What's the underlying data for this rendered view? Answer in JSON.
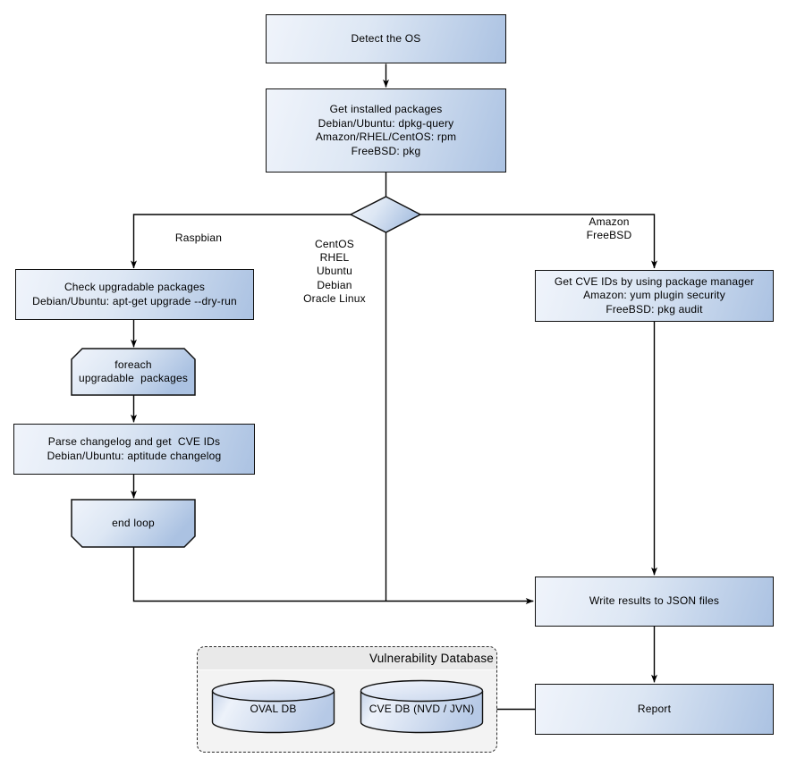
{
  "nodes": {
    "detect_os": "Detect the OS",
    "get_installed_packages": "Get installed packages\nDebian/Ubuntu: dpkg-query\nAmazon/RHEL/CentOS: rpm\nFreeBSD: pkg",
    "check_upgradable": "Check upgradable packages\nDebian/Ubuntu: apt-get upgrade --dry-run",
    "foreach_loop": "foreach\nupgradable  packages",
    "parse_changelog": "Parse changelog and get  CVE IDs\nDebian/Ubuntu: aptitude changelog",
    "end_loop": "end loop",
    "get_cve_ids": "Get CVE IDs by using package manager\nAmazon: yum plugin security\nFreeBSD: pkg audit",
    "write_results": "Write results to JSON files",
    "report": "Report"
  },
  "branch_labels": {
    "left": "Raspbian",
    "middle": "CentOS\nRHEL\nUbuntu\nDebian\nOracle Linux",
    "right": "Amazon\nFreeBSD"
  },
  "database": {
    "title": "Vulnerability Database",
    "cylinders": [
      "OVAL DB",
      "CVE DB (NVD / JVN)"
    ]
  },
  "colors": {
    "node_border": "#101010",
    "node_fill_light": "#f0f4fb",
    "node_fill_dark": "#abc2e2",
    "connector": "#000000",
    "container_fill": "#f3f3f3",
    "container_header_fill": "#e9e9e9",
    "text": "#000000"
  }
}
